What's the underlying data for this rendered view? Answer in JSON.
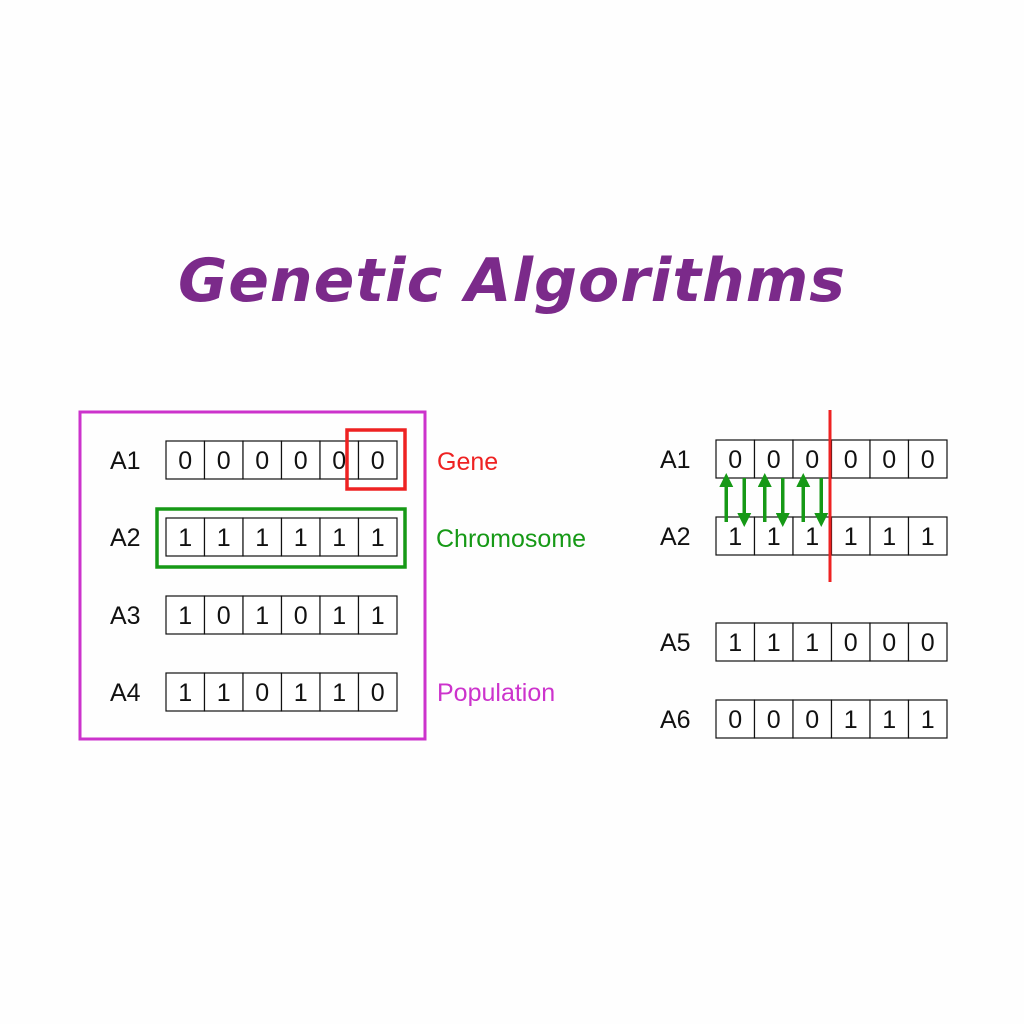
{
  "title": "Genetic Algorithms",
  "colors": {
    "title": "#7b2a8a",
    "population": "#cc33cc",
    "chromosome": "#169916",
    "gene": "#ee2222",
    "cut": "#ee2222",
    "arrows": "#169916"
  },
  "population_panel": {
    "rows": [
      {
        "label": "A1",
        "bits": [
          "0",
          "0",
          "0",
          "0",
          "0",
          "0"
        ]
      },
      {
        "label": "A2",
        "bits": [
          "1",
          "1",
          "1",
          "1",
          "1",
          "1"
        ]
      },
      {
        "label": "A3",
        "bits": [
          "1",
          "0",
          "1",
          "0",
          "1",
          "1"
        ]
      },
      {
        "label": "A4",
        "bits": [
          "1",
          "1",
          "0",
          "1",
          "1",
          "0"
        ]
      }
    ],
    "annotations": {
      "gene": "Gene",
      "chromosome": "Chromosome",
      "population": "Population"
    }
  },
  "crossover_panel": {
    "parents": [
      {
        "label": "A1",
        "bits": [
          "0",
          "0",
          "0",
          "0",
          "0",
          "0"
        ]
      },
      {
        "label": "A2",
        "bits": [
          "1",
          "1",
          "1",
          "1",
          "1",
          "1"
        ]
      }
    ],
    "offspring": [
      {
        "label": "A5",
        "bits": [
          "1",
          "1",
          "1",
          "0",
          "0",
          "0"
        ]
      },
      {
        "label": "A6",
        "bits": [
          "0",
          "0",
          "0",
          "1",
          "1",
          "1"
        ]
      }
    ],
    "crossover_after_gene": 3
  }
}
